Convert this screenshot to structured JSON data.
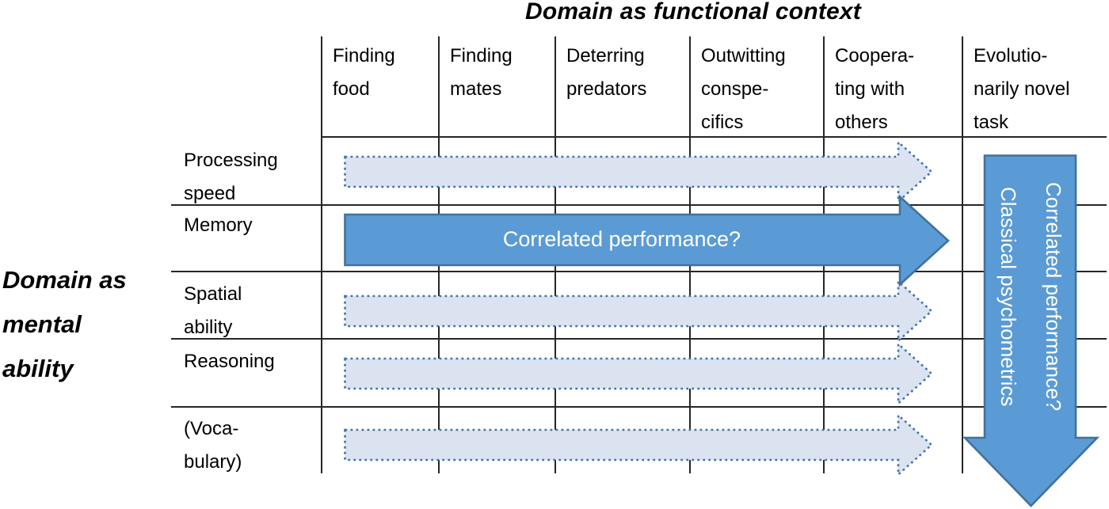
{
  "title": "Domain as functional context",
  "left_label": {
    "text": "Domain as\nmental\nability"
  },
  "column_headers": [
    {
      "text": "Finding\nfood"
    },
    {
      "text": "Finding\nmates"
    },
    {
      "text": "Deterring\npredators"
    },
    {
      "text": "Outwitting\nconspe-\ncifics"
    },
    {
      "text": "Coopera-\nting with\nothers"
    },
    {
      "text": "Evolutio-\nnarily novel\ntask"
    }
  ],
  "row_headers": [
    {
      "text": "Processing\nspeed"
    },
    {
      "text": "Memory"
    },
    {
      "text": "Spatial\nability"
    },
    {
      "text": "Reasoning"
    },
    {
      "text": "(Voca-\nbulary)"
    }
  ],
  "arrows": {
    "horizontal_solid": {
      "label": "Correlated performance?",
      "row": "Memory",
      "style": "solid"
    },
    "horizontal_dotted_rows": [
      "Processing speed",
      "Spatial ability",
      "Reasoning",
      "(Vocabulary)"
    ],
    "vertical_solid": {
      "label": "Correlated performance?\nClassical psychometrics",
      "column": "Evolutionarily novel task",
      "style": "solid"
    }
  },
  "colors": {
    "arrow_solid_fill": "#5B9BD5",
    "arrow_solid_border": "#41719C",
    "arrow_dotted_fill": "#DBE3F1",
    "arrow_dotted_border": "#4373AD",
    "grid_line": "#262626",
    "text": "#000000",
    "arrow_text": "#FFFFFF"
  }
}
